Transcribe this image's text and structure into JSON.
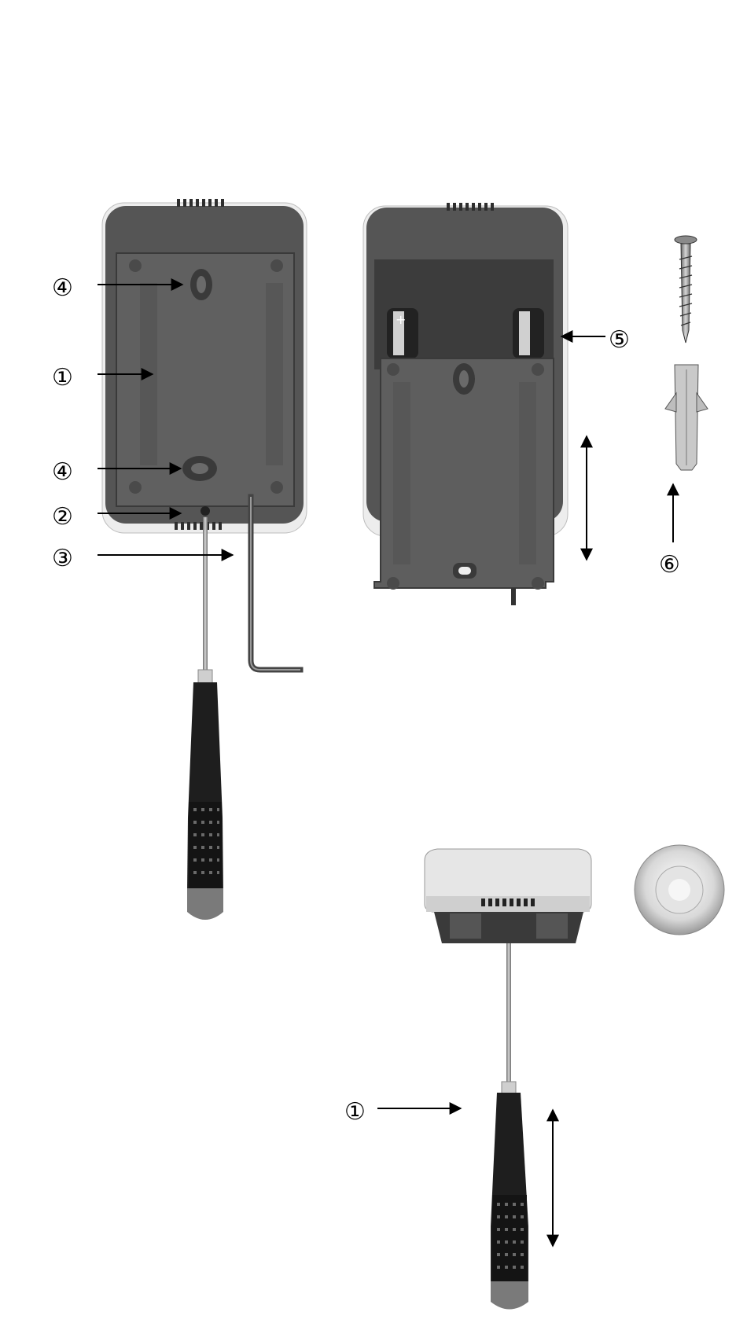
{
  "callouts": {
    "c1_top": "①",
    "c2": "②",
    "c3": "③",
    "c4_upper": "④",
    "c4_lower": "④",
    "c5": "⑤",
    "c6": "⑥",
    "c1_bottom": "①"
  },
  "colors": {
    "housing": "#5a5a5a",
    "housing_dark": "#3f3f3f",
    "cover_light": "#e8e8e8",
    "handle_black": "#1e1e1e",
    "handle_tip": "#7a7a7a",
    "metal": "#b8b8b8"
  }
}
